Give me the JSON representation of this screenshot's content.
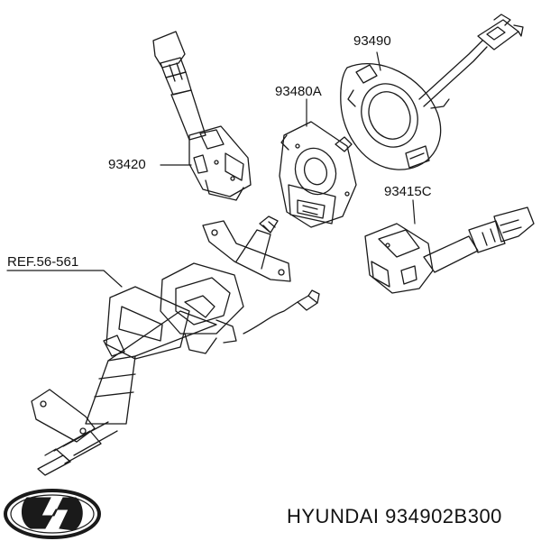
{
  "callouts": {
    "p93490": "93490",
    "p93480a": "93480A",
    "p93420": "93420",
    "p93415c": "93415C",
    "ref": "REF.56-561"
  },
  "footer": {
    "brand_part": "HYUNDAI 934902B300"
  },
  "icons": {
    "logo": "hyundai-logo-icon"
  },
  "colors": {
    "line": "#1a1a1a",
    "background": "#ffffff"
  }
}
